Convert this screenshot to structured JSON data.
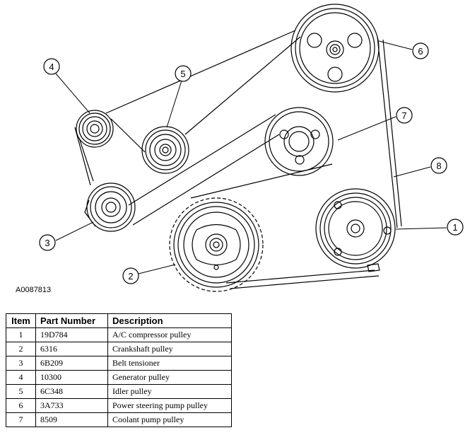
{
  "figure_id": "A0087813",
  "callouts": [
    "1",
    "2",
    "3",
    "4",
    "5",
    "6",
    "7",
    "8"
  ],
  "table": {
    "headers": [
      "Item",
      "Part Number",
      "Description"
    ],
    "rows": [
      {
        "item": "1",
        "part_number": "19D784",
        "description": "A/C compressor pulley"
      },
      {
        "item": "2",
        "part_number": "6316",
        "description": "Crankshaft pulley"
      },
      {
        "item": "3",
        "part_number": "6B209",
        "description": "Belt tensioner"
      },
      {
        "item": "4",
        "part_number": "10300",
        "description": "Generator pulley"
      },
      {
        "item": "5",
        "part_number": "6C348",
        "description": "Idler pulley"
      },
      {
        "item": "6",
        "part_number": "3A733",
        "description": "Power steering pump pulley"
      },
      {
        "item": "7",
        "part_number": "8509",
        "description": "Coolant pump pulley"
      }
    ]
  }
}
